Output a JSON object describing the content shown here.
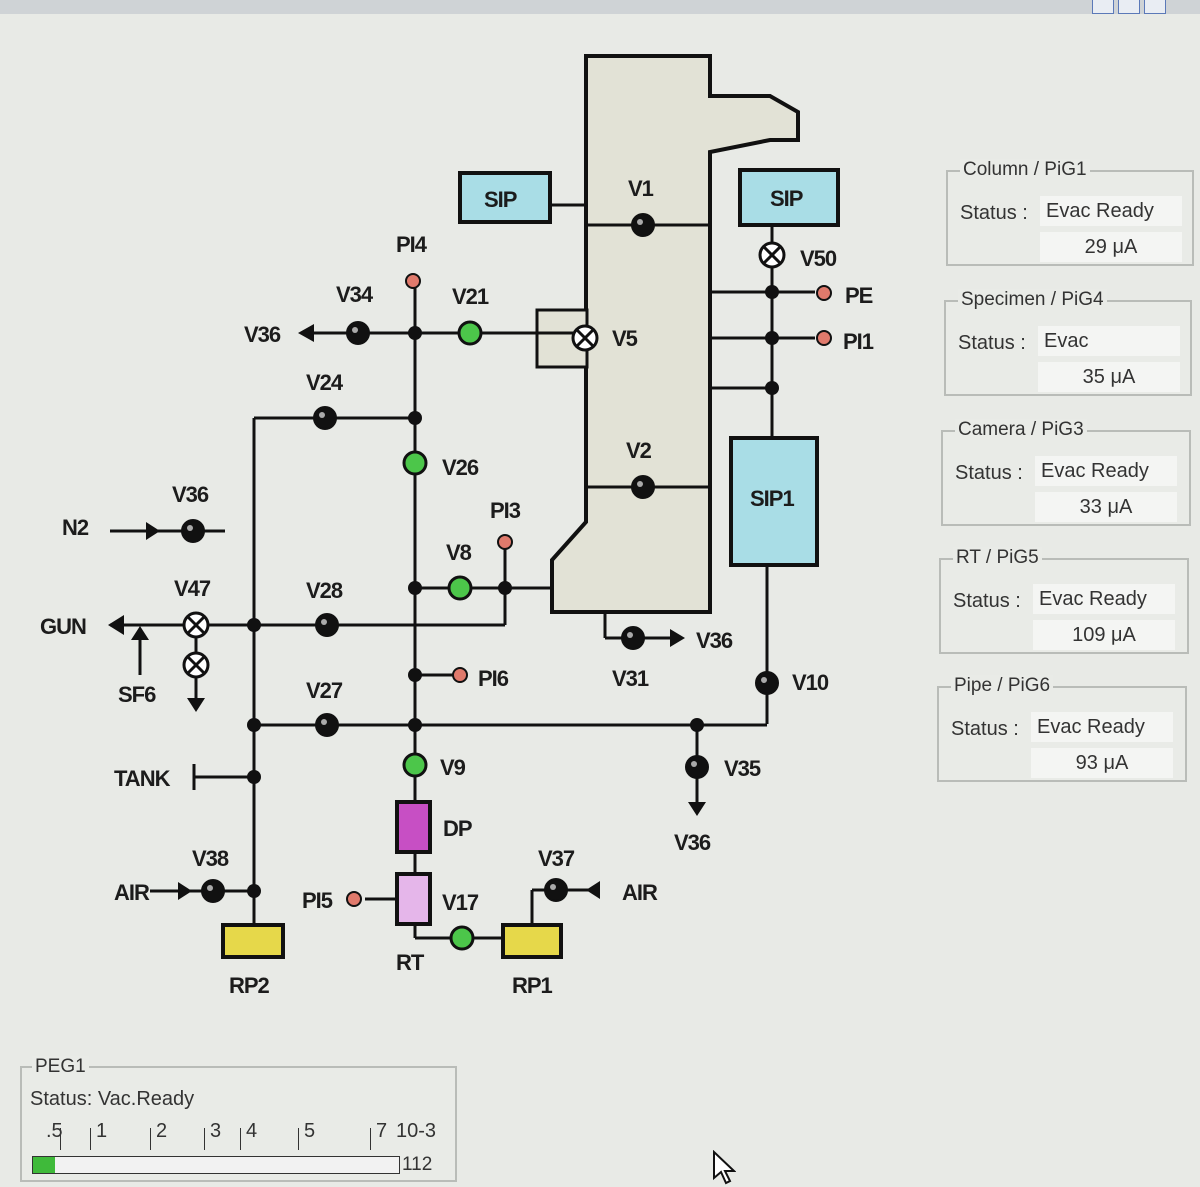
{
  "diagram": {
    "labels": {
      "sip_left": "SIP",
      "sip_right": "SIP",
      "sip1": "SIP1",
      "v1": "V1",
      "v2": "V2",
      "v5": "V5",
      "v50": "V50",
      "pe": "PE",
      "pi1": "PI1",
      "pi4": "PI4",
      "pi3": "PI3",
      "pi6": "PI6",
      "pi5": "PI5",
      "v34": "V34",
      "v21": "V21",
      "v36_a": "V36",
      "v24": "V24",
      "v26": "V26",
      "n2": "N2",
      "v36_b": "V36",
      "v8": "V8",
      "v47": "V47",
      "v28": "V28",
      "gun": "GUN",
      "sf6": "SF6",
      "v27": "V27",
      "v31": "V31",
      "v36_c": "V36",
      "v10": "V10",
      "tank": "TANK",
      "v9": "V9",
      "v35": "V35",
      "v36_d": "V36",
      "dp": "DP",
      "v38": "V38",
      "air_left": "AIR",
      "v37": "V37",
      "air_right": "AIR",
      "v17": "V17",
      "rt": "RT",
      "rp2": "RP2",
      "rp1": "RP1"
    },
    "colors": {
      "chamber": "#e2e2d6",
      "sip": "#a9dde6",
      "pump": "#e6d84a",
      "dp": "#c74fc4",
      "rt": "#e5b6ea",
      "gauge": "#e07a6c",
      "valve_open": "#4cc64a"
    }
  },
  "status_panels": [
    {
      "title": "Column / PiG1",
      "status_label": "Status :",
      "status": "Evac Ready",
      "current": "29 μA"
    },
    {
      "title": "Specimen / PiG4",
      "status_label": "Status :",
      "status": "Evac",
      "current": "35 μA"
    },
    {
      "title": "Camera / PiG3",
      "status_label": "Status :",
      "status": "Evac Ready",
      "current": "33 μA"
    },
    {
      "title": "RT / PiG5",
      "status_label": "Status :",
      "status": "Evac Ready",
      "current": "109 μA"
    },
    {
      "title": "Pipe / PiG6",
      "status_label": "Status :",
      "status": "Evac Ready",
      "current": "93 μA"
    }
  ],
  "peg1": {
    "title": "PEG1",
    "status": "Status: Vac.Ready",
    "scale": [
      ".5",
      "1",
      "2",
      "3",
      "4",
      "5",
      "7",
      "10-3"
    ],
    "value": "112",
    "fill_fraction": 0.06
  }
}
